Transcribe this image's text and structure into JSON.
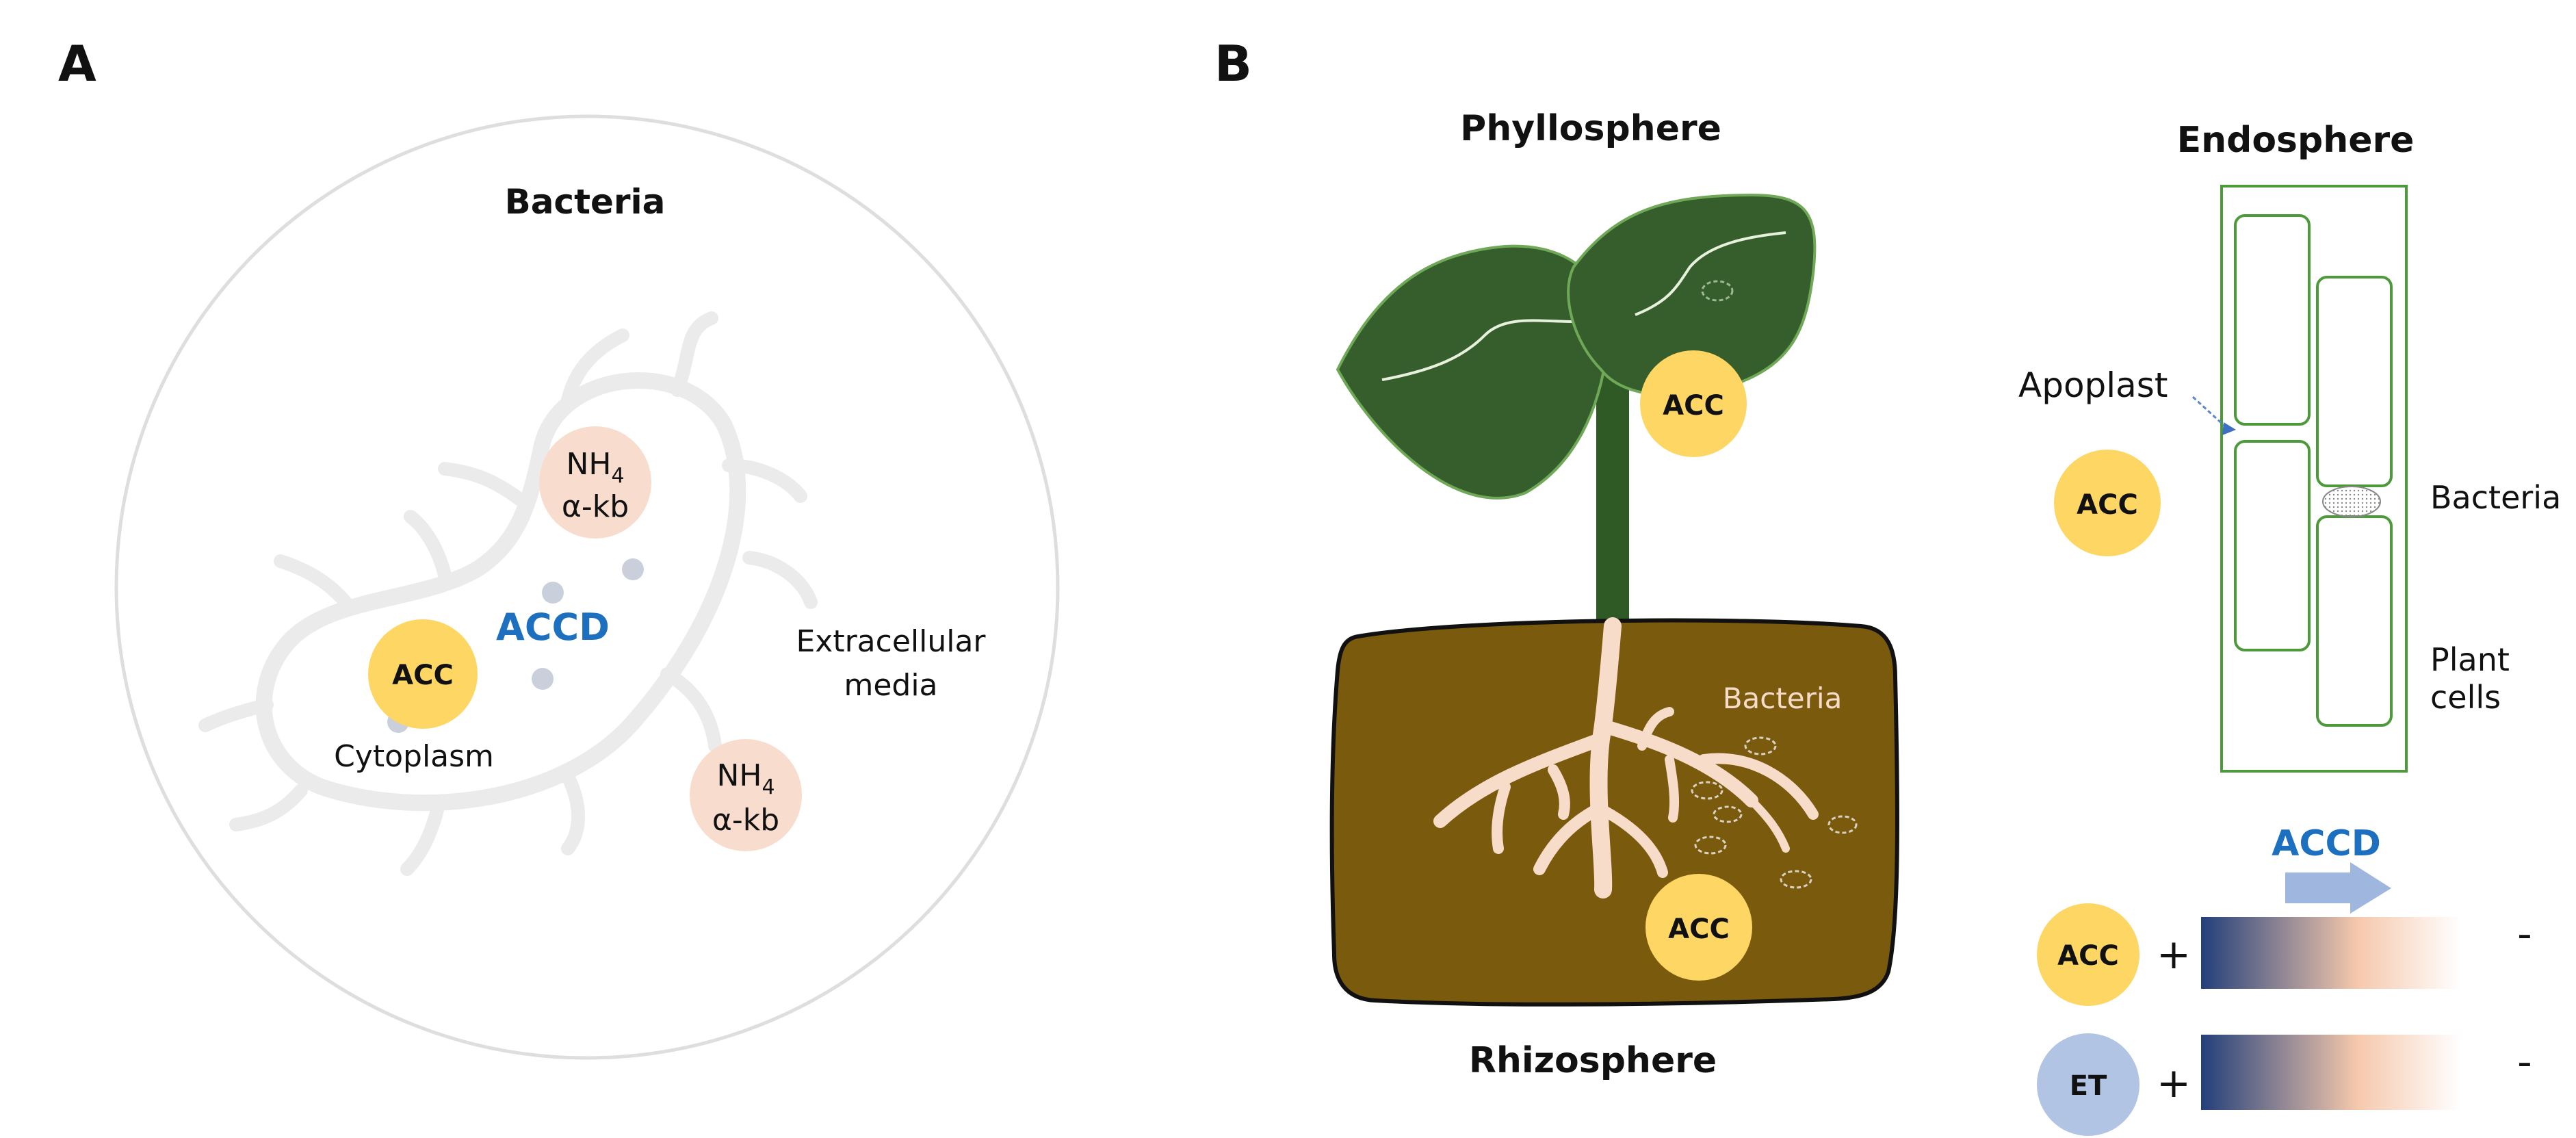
{
  "panel_a": {
    "label": "A",
    "title": "Bacteria",
    "nh4_inner": {
      "line1": "NH",
      "sub": "4",
      "line2": "α-kb"
    },
    "nh4_outer": {
      "line1": "NH",
      "sub": "4",
      "line2": "α-kb"
    },
    "accd": "ACCD",
    "acc": "ACC",
    "cytoplasm": "Cytoplasm",
    "extracellular_1": "Extracellular",
    "extracellular_2": "media"
  },
  "panel_b": {
    "label": "B",
    "phyllosphere": "Phyllosphere",
    "acc_leaf": "ACC",
    "soil_bacteria": "Bacteria",
    "acc_soil": "ACC",
    "rhizosphere": "Rhizosphere",
    "endosphere": "Endosphere",
    "apoplast": "Apoplast",
    "acc_endo": "ACC",
    "endo_bacteria": "Bacteria",
    "plant_cells_1": "Plant",
    "plant_cells_2": "cells",
    "legend": {
      "accd": "ACCD",
      "row1_token": "ACC",
      "row2_token": "ET",
      "plus": "+",
      "minus": "-"
    }
  },
  "colors": {
    "acc_yellow": "#fdd663",
    "nh4_peach": "#f8dccd",
    "accd_blue": "#1d6fc0",
    "leaf_green": "#355e2c",
    "stem_green": "#2f5a25",
    "soil_brown": "#7a5a0d",
    "root_cream": "#f7dcc9",
    "cell_green": "#4d9a3a",
    "et_blue": "#b1c4e4",
    "arrow_light_blue": "#9fb6de",
    "gradient_start": "#233f7a",
    "gradient_mid": "#f5c8ac",
    "bacteria_gray": "#ebebeb",
    "dot_gray": "#c9d0dc"
  }
}
